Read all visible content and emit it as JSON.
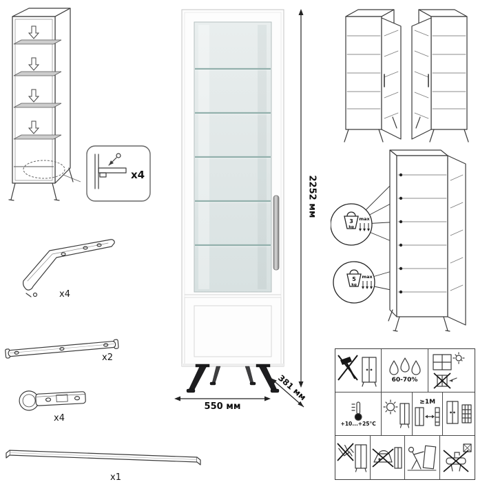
{
  "parts": {
    "shelf_support_qty": "x4",
    "leg_qty": "x4",
    "rail_qty": "x2",
    "hinge_qty": "x4",
    "handle_qty": "x1"
  },
  "dimensions": {
    "height": "2252 мм",
    "width": "550 мм",
    "depth": "381 мм"
  },
  "load_limits": {
    "glass_shelf": {
      "value": "3",
      "unit": "kg",
      "label": "max"
    },
    "bottom_shelf": {
      "value": "5",
      "unit": "kg",
      "label": "max"
    }
  },
  "care": {
    "humidity": "60-70%",
    "temperature": "+10...+25°C",
    "distance": "≥1M"
  }
}
